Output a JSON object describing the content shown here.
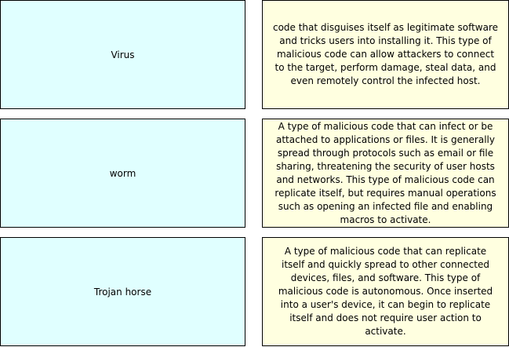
{
  "pairs": [
    {
      "term": "Virus",
      "definition": "code that disguises itself as legitimate software and tricks users into installing it. This type of malicious code can allow attackers to connect to the target, perform damage, steal data, and even remotely control the infected host."
    },
    {
      "term": "worm",
      "definition": "A type of malicious code that can infect or be attached to applications or files. It is generally spread through protocols such as email or file sharing, threatening the security of user hosts and networks. This type of malicious code can replicate itself, but requires manual operations such as opening an infected file and enabling macros to activate."
    },
    {
      "term": "Trojan horse",
      "definition": "A type of malicious code that can replicate itself and quickly spread to other connected devices, files, and software. This type of malicious code  is autonomous. Once inserted into a user's device, it can begin to replicate itself and does not require user action to activate."
    }
  ]
}
